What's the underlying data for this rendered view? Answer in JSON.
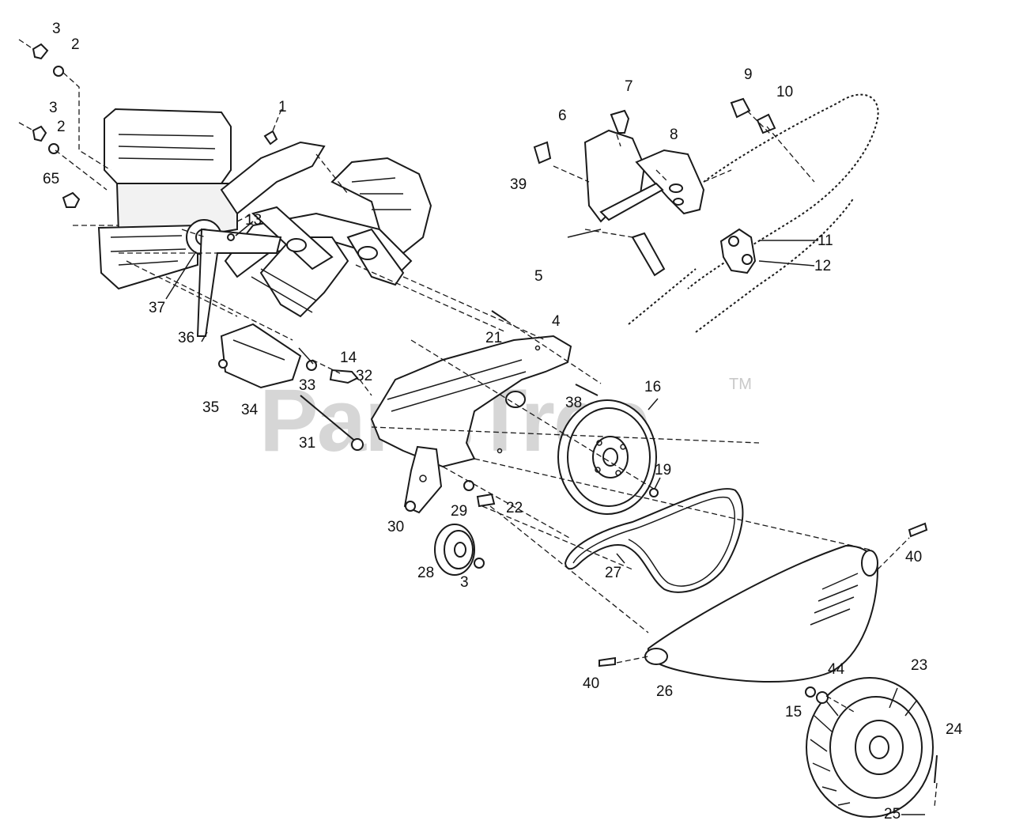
{
  "watermark": {
    "brand": "PartsTree",
    "trademark": "TM"
  },
  "callouts": [
    "3",
    "2",
    "3",
    "2",
    "1",
    "65",
    "13",
    "37",
    "36",
    "35",
    "34",
    "33",
    "32",
    "14",
    "31",
    "21",
    "4",
    "38",
    "16",
    "19",
    "22",
    "29",
    "30",
    "28",
    "3",
    "27",
    "40",
    "40",
    "26",
    "15",
    "44",
    "23",
    "24",
    "25",
    "7",
    "6",
    "8",
    "9",
    "10",
    "39",
    "5",
    "11",
    "12"
  ]
}
